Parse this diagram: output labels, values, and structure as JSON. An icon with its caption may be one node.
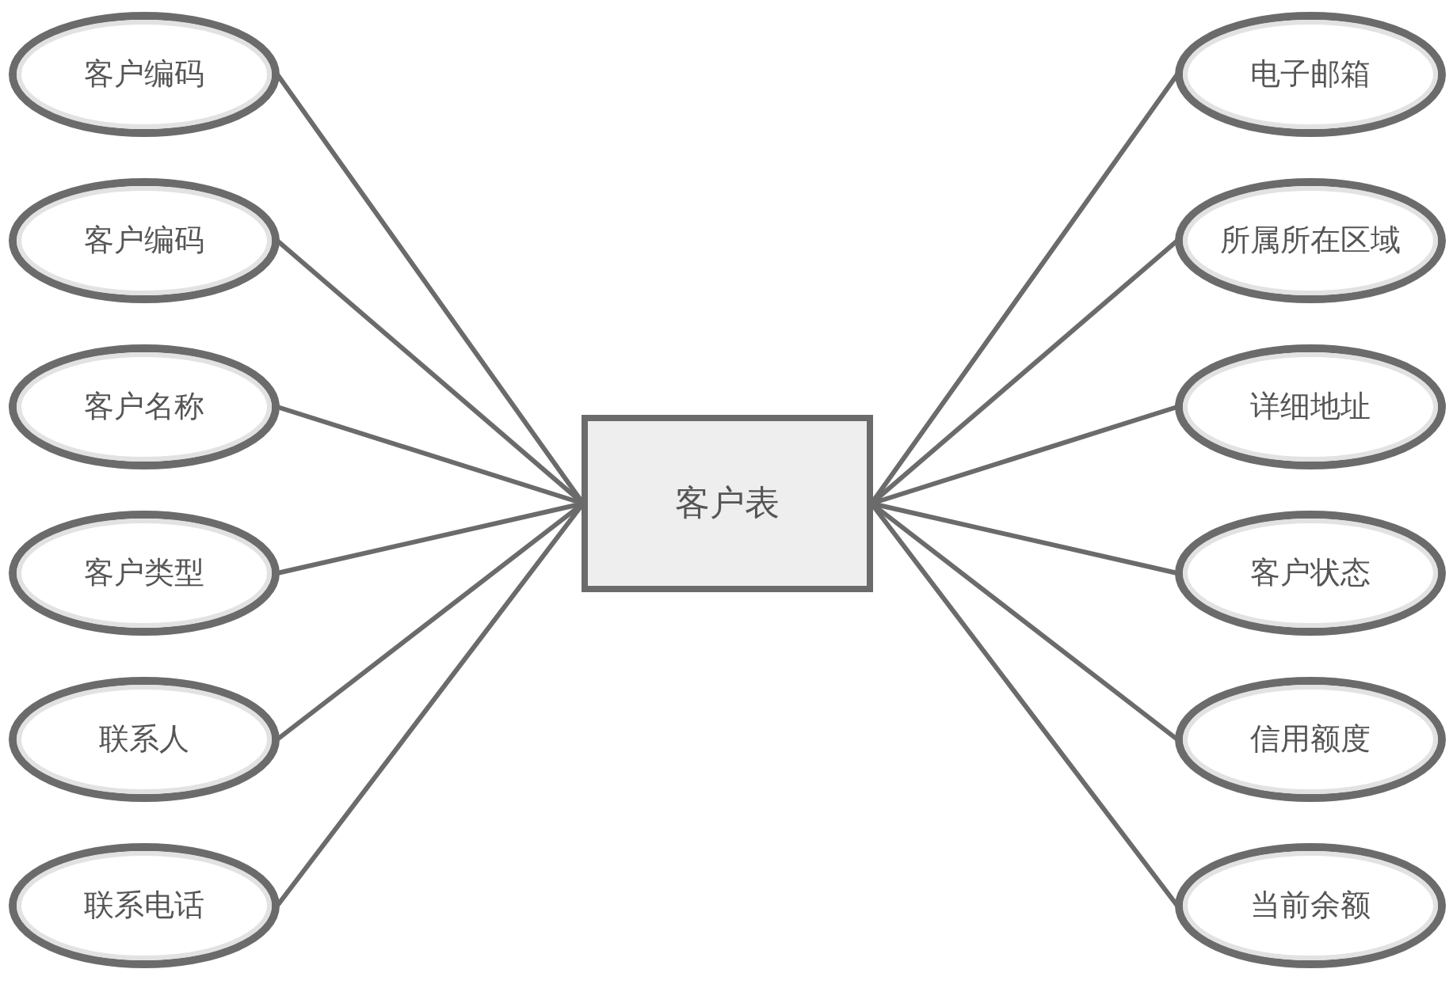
{
  "diagram": {
    "nodes": [
      {
        "text": [
          "客户表"
        ]
      },
      {
        "text": [
          "客户编码"
        ]
      },
      {
        "text": [
          "客户编码"
        ]
      },
      {
        "text": [
          "客户名称"
        ]
      },
      {
        "text": [
          "客户类型"
        ]
      },
      {
        "text": [
          "联系人"
        ]
      },
      {
        "text": [
          "联系电话"
        ]
      },
      {
        "text": [
          "电子邮箱"
        ]
      },
      {
        "text": [
          "所属所在区域"
        ]
      },
      {
        "text": [
          "详细地址"
        ]
      },
      {
        "text": [
          "客户状态"
        ]
      },
      {
        "text": [
          "信用额度"
        ]
      },
      {
        "text": [
          "当前余额"
        ]
      }
    ],
    "edges": [
      {
        "from": 0,
        "to": 1,
        "arrow": "none"
      },
      {
        "from": 0,
        "to": 2,
        "arrow": "none"
      },
      {
        "from": 0,
        "to": 3,
        "arrow": "none"
      },
      {
        "from": 0,
        "to": 4,
        "arrow": "none"
      },
      {
        "from": 0,
        "to": 5,
        "arrow": "none"
      },
      {
        "from": 0,
        "to": 6,
        "arrow": "none"
      },
      {
        "from": 0,
        "to": 7,
        "arrow": "none"
      },
      {
        "from": 0,
        "to": 8,
        "arrow": "none"
      },
      {
        "from": 0,
        "to": 9,
        "arrow": "none"
      },
      {
        "from": 0,
        "to": 10,
        "arrow": "none"
      },
      {
        "from": 0,
        "to": 11,
        "arrow": "none"
      },
      {
        "from": 0,
        "to": 12,
        "arrow": "none"
      }
    ]
  }
}
